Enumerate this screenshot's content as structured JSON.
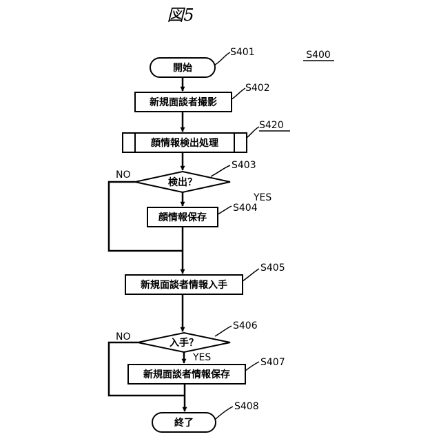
{
  "figure": {
    "title": "図5",
    "process_id": "S400"
  },
  "nodes": {
    "start": {
      "text": "開始",
      "step": "S401"
    },
    "capture": {
      "text": "新規面談者撮影",
      "step": "S402"
    },
    "face_process": {
      "text": "顔情報検出処理",
      "step": "S420"
    },
    "detect_decision": {
      "text": "検出？",
      "step": "S403",
      "no": "NO",
      "yes": "YES"
    },
    "save_face": {
      "text": "顔情報保存",
      "step": "S404"
    },
    "acquire_info": {
      "text": "新規面談者情報入手",
      "step": "S405"
    },
    "acquire_decision": {
      "text": "入手？",
      "step": "S406",
      "no": "NO",
      "yes": "YES"
    },
    "save_info": {
      "text": "新規面談者情報保存",
      "step": "S407"
    },
    "end": {
      "text": "終了",
      "step": "S408"
    }
  }
}
